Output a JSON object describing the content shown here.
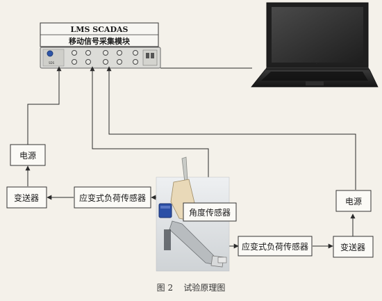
{
  "daq": {
    "title_line1": "LMS SCADAS",
    "title_line2": "移动信号采集模块"
  },
  "boxes": {
    "power_left": "电源",
    "transmitter_left": "变送器",
    "strain_sensor_left": "应变式负荷传感器",
    "angle_sensor": "角度传感器",
    "strain_sensor_right": "应变式负荷传感器",
    "transmitter_right": "变送器",
    "power_right": "电源"
  },
  "caption": "图 2    试验原理图",
  "colors": {
    "background": "#f4f1ea",
    "line": "#2a2a2a",
    "laptop_body": "#2b2b2b",
    "screen": "#3a3a3a"
  }
}
